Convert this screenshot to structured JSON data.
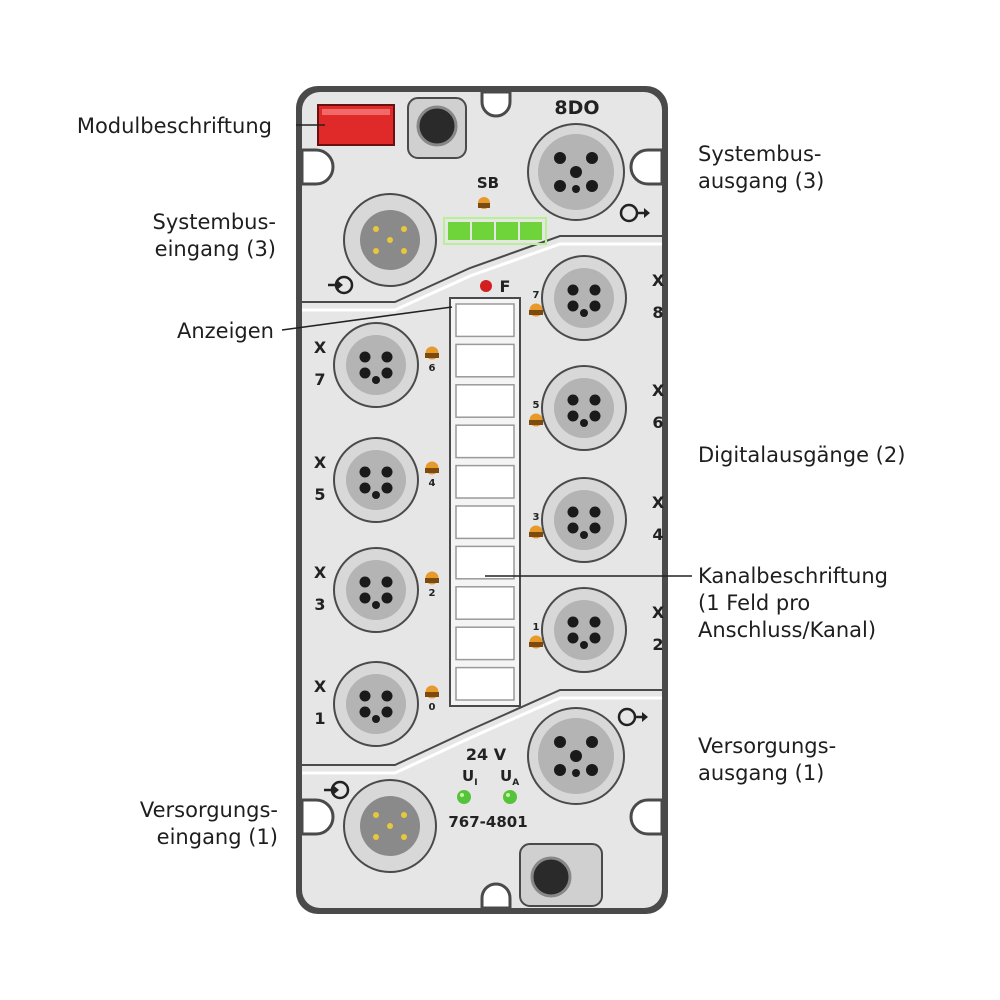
{
  "module": {
    "type_label": "8DO",
    "bus_status_label": "SB",
    "fault_label": "F",
    "voltage_label": "24 V",
    "u_label": "U",
    "ui_sub": "I",
    "ua_sub": "A",
    "article_number": "767-4801"
  },
  "ports_left": [
    {
      "letter": "X",
      "number": "7",
      "channel": "6"
    },
    {
      "letter": "X",
      "number": "5",
      "channel": "4"
    },
    {
      "letter": "X",
      "number": "3",
      "channel": "2"
    },
    {
      "letter": "X",
      "number": "1",
      "channel": "0"
    }
  ],
  "ports_right": [
    {
      "letter": "X",
      "number": "8",
      "channel": "7"
    },
    {
      "letter": "X",
      "number": "6",
      "channel": "5"
    },
    {
      "letter": "X",
      "number": "4",
      "channel": "3"
    },
    {
      "letter": "X",
      "number": "2",
      "channel": "1"
    }
  ],
  "callouts": {
    "modulbeschriftung": "Modulbeschriftung",
    "systembus_eingang": [
      "Systembus-",
      "eingang (3)"
    ],
    "anzeigen": "Anzeigen",
    "versorgungs_eingang": [
      "Versorgungs-",
      "eingang (1)"
    ],
    "systembus_ausgang": [
      "Systembus-",
      "ausgang (3)"
    ],
    "digitalausgaenge": "Digitalausgänge (2)",
    "kanalbeschriftung": [
      "Kanalbeschriftung",
      "(1 Feld pro",
      "Anschluss/Kanal)"
    ],
    "versorgungs_ausgang": [
      "Versorgungs-",
      "ausgang (1)"
    ]
  },
  "colors": {
    "housing": "#e6e6e6",
    "housing_edge": "#4a4a4a",
    "label_plate": "#e02a2a",
    "logo_green": "#6fd43a",
    "led_yellow": "#e79a2a",
    "led_red": "#d41f1f",
    "led_green": "#55c43a"
  }
}
